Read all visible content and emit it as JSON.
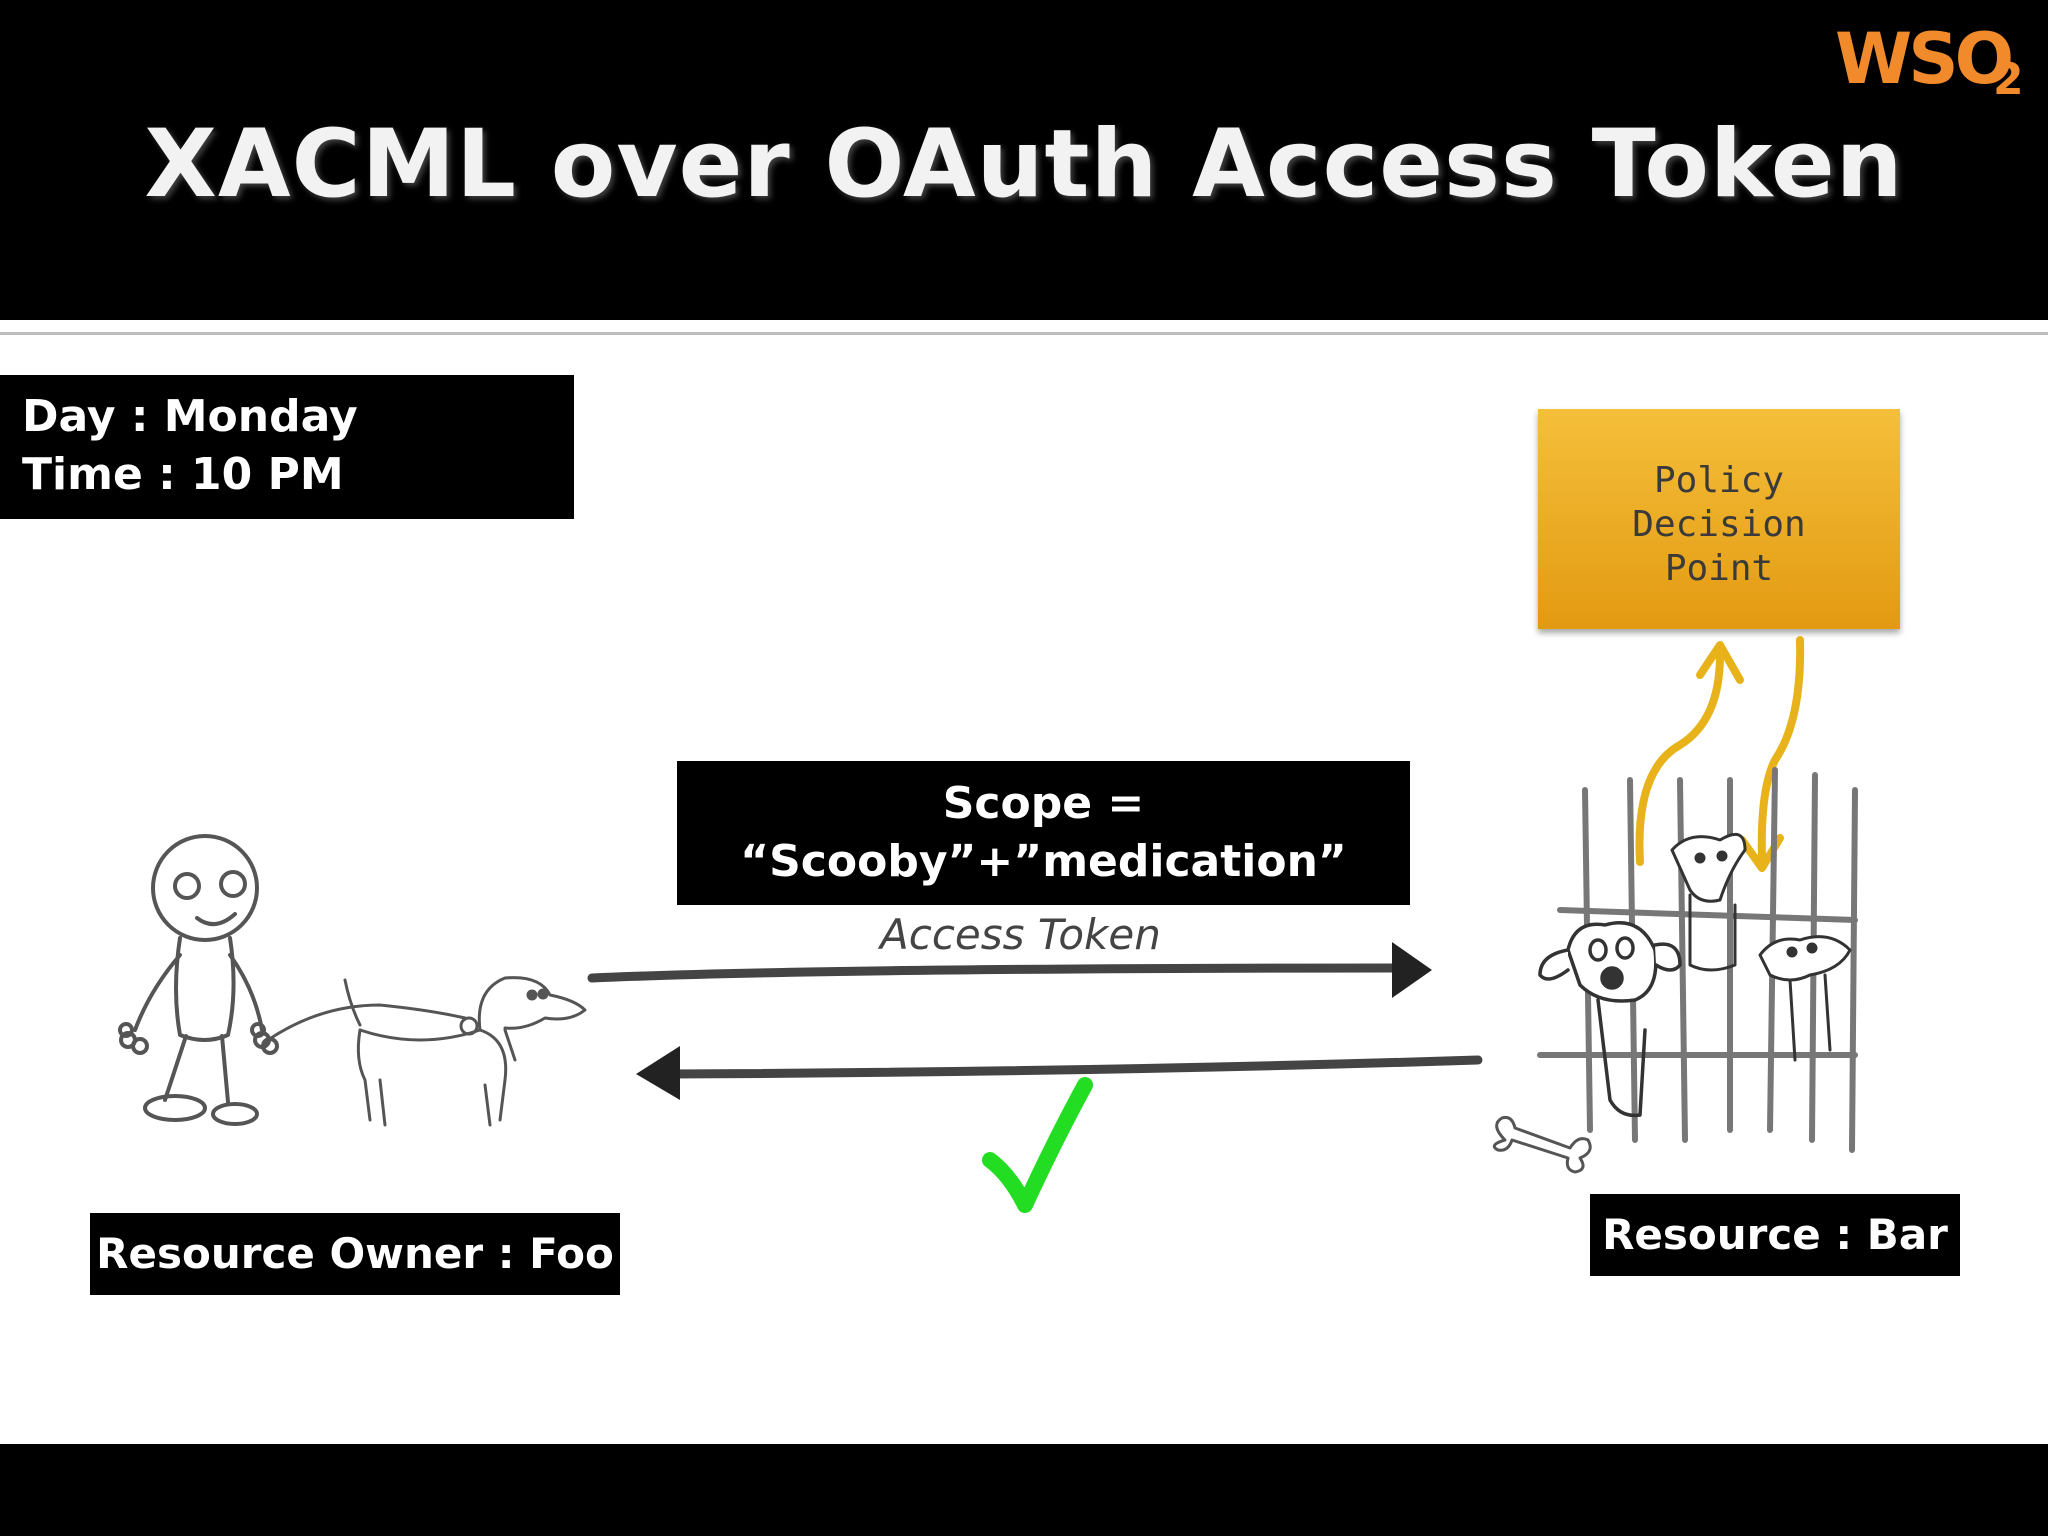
{
  "slide": {
    "title": "XACML over OAuth Access Token",
    "logo_text": "WSO",
    "logo_sub": "2"
  },
  "context_box": {
    "day": "Day : Monday",
    "time": "Time : 10 PM"
  },
  "scope_box": {
    "line1": "Scope =",
    "line2": "“Scooby”+”medication”"
  },
  "pdp": {
    "line1": "Policy",
    "line2": "Decision",
    "line3": "Point"
  },
  "arrow_label": "Access Token",
  "resource_owner_label": "Resource Owner : Foo",
  "resource_label": "Resource : Bar",
  "icons": [
    "stick-figure-person",
    "dog-on-leash",
    "dogs-in-cage",
    "bone",
    "check-mark",
    "wso2-logo"
  ],
  "colors": {
    "header": "#000000",
    "pdp_top": "#f5bf3a",
    "pdp_bottom": "#e39a12",
    "check": "#22dd22",
    "yellow_arrows": "#e8b21a",
    "logo": "#f08a2b"
  }
}
